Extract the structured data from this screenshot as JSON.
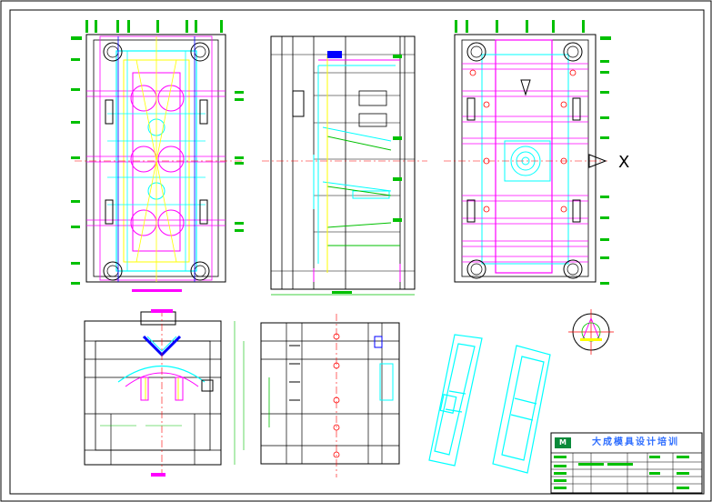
{
  "title_block": {
    "title": "大成模具设计培训",
    "logo_text": "M"
  },
  "colors": {
    "frame": "#000000",
    "magenta": "#ff00ff",
    "cyan": "#00ffff",
    "yellow": "#ffff00",
    "green": "#00c000",
    "red": "#ff0000",
    "blue": "#0000ff"
  },
  "annotations": {
    "axis_marker": "X"
  }
}
